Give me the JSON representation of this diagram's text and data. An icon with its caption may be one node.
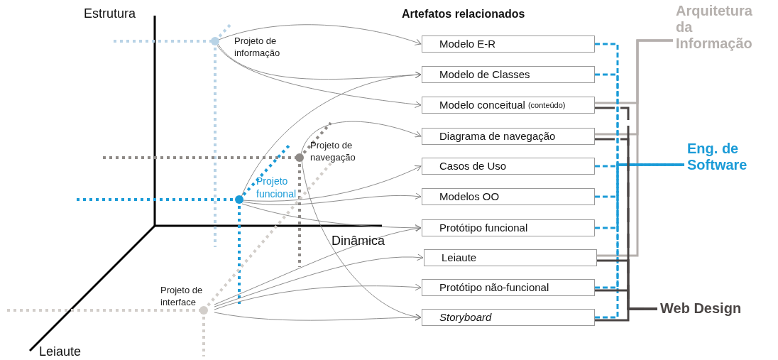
{
  "diagram": {
    "nodes": [
      {
        "text": [
          "Projeto de informação"
        ]
      },
      {
        "text": [
          "Projeto de navegação"
        ]
      },
      {
        "text": [
          "Projeto funcional"
        ]
      },
      {
        "text": [
          "Projeto de interface"
        ]
      },
      {
        "text": [
          "Modelo E-R"
        ]
      },
      {
        "text": [
          "Modelo de Classes"
        ]
      },
      {
        "text": [
          "Modelo conceitual",
          "(conteúdo)"
        ]
      },
      {
        "text": [
          "Diagrama de navegação"
        ]
      },
      {
        "text": [
          "Casos de Uso"
        ]
      },
      {
        "text": [
          "Modelos OO"
        ]
      },
      {
        "text": [
          "Protótipo funcional"
        ]
      },
      {
        "text": [
          "Leiaute"
        ]
      },
      {
        "text": [
          "Protótipo não-funcional"
        ]
      },
      {
        "text": [
          "Storyboard"
        ]
      },
      {
        "text": [
          "Arquitetura da Informação"
        ]
      },
      {
        "text": [
          "Eng. de Software"
        ]
      },
      {
        "text": [
          "Web Design"
        ]
      }
    ],
    "edges": [
      {
        "from": 0,
        "to": 4,
        "arrow": "to"
      },
      {
        "from": 0,
        "to": 5,
        "arrow": "to"
      },
      {
        "from": 0,
        "to": 6,
        "arrow": "to"
      },
      {
        "from": 2,
        "to": 5,
        "arrow": "to"
      },
      {
        "from": 1,
        "to": 7,
        "arrow": "to"
      },
      {
        "from": 2,
        "to": 8,
        "arrow": "to"
      },
      {
        "from": 2,
        "to": 9,
        "arrow": "to"
      },
      {
        "from": 2,
        "to": 10,
        "arrow": "to"
      },
      {
        "from": 1,
        "to": 13,
        "arrow": "to"
      },
      {
        "from": 3,
        "to": 10,
        "arrow": "to"
      },
      {
        "from": 3,
        "to": 11,
        "arrow": "to"
      },
      {
        "from": 3,
        "to": 12,
        "arrow": "to"
      },
      {
        "from": 3,
        "to": 13,
        "arrow": "to"
      },
      {
        "from": 6,
        "to": 14,
        "arrow": "none",
        "color": "#b5b0ad"
      },
      {
        "from": 7,
        "to": 14,
        "arrow": "none",
        "color": "#b5b0ad"
      },
      {
        "from": 11,
        "to": 14,
        "arrow": "none",
        "color": "#b5b0ad"
      },
      {
        "from": 4,
        "to": 15,
        "arrow": "none",
        "style": "dashed",
        "color": "#1a9bd7"
      },
      {
        "from": 5,
        "to": 15,
        "arrow": "none",
        "style": "dashed",
        "color": "#1a9bd7"
      },
      {
        "from": 8,
        "to": 15,
        "arrow": "none",
        "style": "dashed",
        "color": "#1a9bd7"
      },
      {
        "from": 9,
        "to": 15,
        "arrow": "none",
        "style": "dashed",
        "color": "#1a9bd7"
      },
      {
        "from": 10,
        "to": 15,
        "arrow": "none",
        "style": "dashed",
        "color": "#1a9bd7"
      },
      {
        "from": 12,
        "to": 15,
        "arrow": "none",
        "style": "dashed",
        "color": "#1a9bd7"
      },
      {
        "from": 13,
        "to": 15,
        "arrow": "none",
        "style": "dashed",
        "color": "#1a9bd7"
      },
      {
        "from": 6,
        "to": 16,
        "arrow": "none",
        "style": "dashed",
        "color": "#4a4544"
      },
      {
        "from": 7,
        "to": 16,
        "arrow": "none",
        "style": "dashed",
        "color": "#4a4544"
      },
      {
        "from": 11,
        "to": 16,
        "arrow": "none",
        "color": "#4a4544"
      },
      {
        "from": 12,
        "to": 16,
        "arrow": "none",
        "color": "#4a4544"
      },
      {
        "from": 13,
        "to": 16,
        "arrow": "none",
        "color": "#4a4544"
      }
    ],
    "labels": [
      "Estrutura",
      "Artefatos relacionados",
      "Dinâmica",
      "Leiaute"
    ]
  }
}
